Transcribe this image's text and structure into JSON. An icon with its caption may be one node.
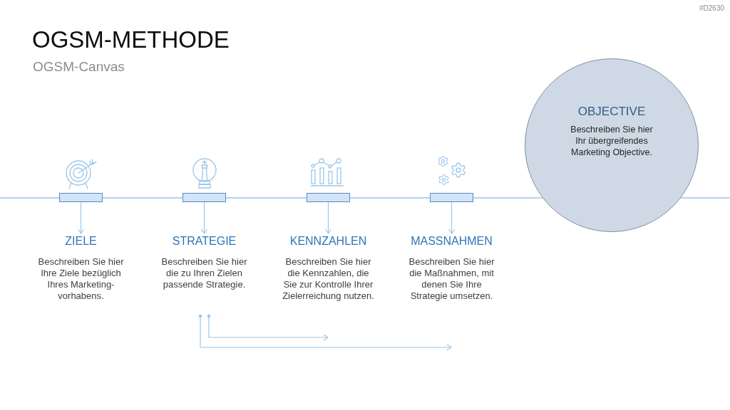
{
  "diagram": {
    "title": "OGSM-METHODE",
    "nodes": [
      {
        "text": [
          "OBJECTIVE",
          "Beschreiben Sie hier Ihr übergreifendes Marketing Objective."
        ]
      },
      {
        "text": [],
        "shape": "bar"
      },
      {
        "text": [
          "ZIELE",
          "Beschreiben Sie hier Ihre Ziele bezüglich Ihres Marketing-vorhabens."
        ]
      },
      {
        "text": [],
        "shape": "bar"
      },
      {
        "text": [
          "STRATEGIE",
          "Beschreiben Sie hier die zu Ihren Zielen passende Strategie."
        ]
      },
      {
        "text": [],
        "shape": "bar"
      },
      {
        "text": [
          "KENNZAHLEN",
          "Beschreiben Sie hier die Kennzahlen, die Sie zur Kontrolle Ihrer Zielerreichung nutzen."
        ]
      },
      {
        "text": [],
        "shape": "bar"
      },
      {
        "text": [
          "MASSNAHMEN",
          "Beschreiben Sie hier die Maßnahmen, mit denen Sie Ihre Strategie umsetzen."
        ]
      }
    ],
    "edges": [
      {
        "from": 1,
        "to": 2,
        "arrow": "to"
      },
      {
        "from": 3,
        "to": 4,
        "arrow": "to"
      },
      {
        "from": 5,
        "to": 6,
        "arrow": "to"
      },
      {
        "from": 7,
        "to": 8,
        "arrow": "to"
      },
      {
        "from": 4,
        "to": null,
        "arrow": "to"
      },
      {
        "from": 4,
        "to": null,
        "arrow": "to"
      }
    ],
    "labels": [
      "#D2630",
      "OGSM-Canvas"
    ]
  }
}
